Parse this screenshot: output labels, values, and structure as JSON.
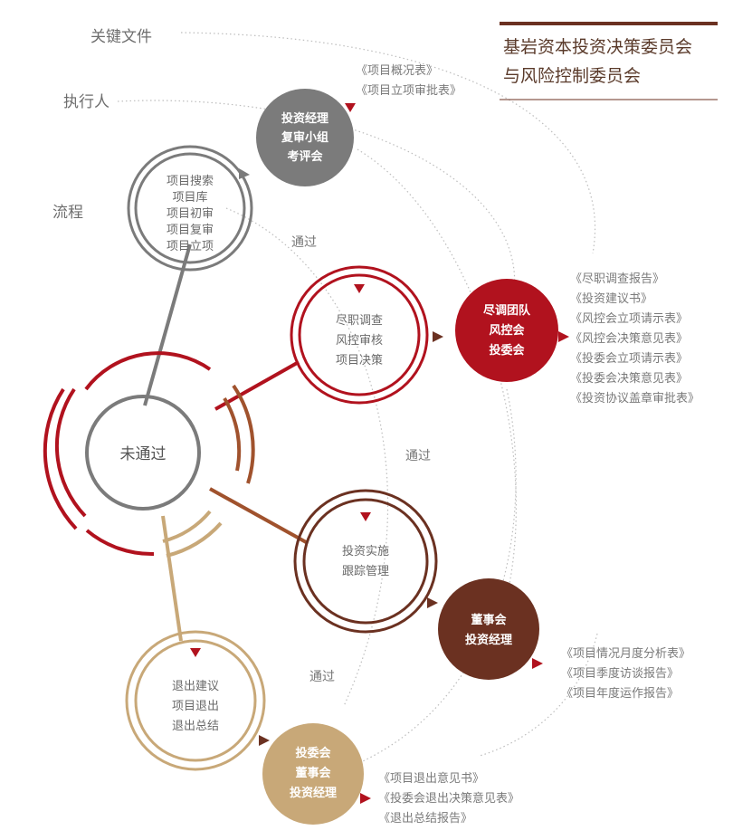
{
  "legend": {
    "key_files": "关键文件",
    "executor": "执行人",
    "process": "流程"
  },
  "title": {
    "line1": "基岩资本投资决策委员会",
    "line2": "与风险控制委员会"
  },
  "center": {
    "label": "未通过"
  },
  "pass_labels": [
    "通过",
    "通过",
    "通过"
  ],
  "stages": {
    "screening": {
      "lines": [
        "项目搜索",
        "项目库",
        "项目初审",
        "项目复审",
        "项目立项"
      ]
    },
    "diligence": {
      "lines": [
        "尽职调查",
        "风控审核",
        "项目决策"
      ]
    },
    "implementation": {
      "lines": [
        "投资实施",
        "跟踪管理"
      ]
    },
    "exit": {
      "lines": [
        "退出建议",
        "项目退出",
        "退出总结"
      ]
    }
  },
  "executors": {
    "review": {
      "lines": [
        "投资经理",
        "复审小组",
        "考评会"
      ]
    },
    "dd_team": {
      "lines": [
        "尽调团队",
        "风控会",
        "投委会"
      ]
    },
    "board": {
      "lines": [
        "董事会",
        "投资经理"
      ]
    },
    "exit_team": {
      "lines": [
        "投委会",
        "董事会",
        "投资经理"
      ]
    }
  },
  "documents": {
    "screening": [
      "《项目概况表》",
      "《项目立项审批表》"
    ],
    "diligence": [
      "《尽职调查报告》",
      "《投资建议书》",
      "《风控会立项请示表》",
      "《风控会决策意见表》",
      "《投委会立项请示表》",
      "《投委会决策意见表》",
      "《投资协议盖章审批表》"
    ],
    "implementation": [
      "《项目情况月度分析表》",
      "《项目季度访谈报告》",
      "《项目年度运作报告》"
    ],
    "exit": [
      "《项目退出意见书》",
      "《投委会退出决策意见表》",
      "《退出总结报告》"
    ]
  },
  "colors": {
    "gray": "#7b7b7b",
    "red": "#b1121e",
    "brown": "#6b3121",
    "tan": "#c8a878",
    "copper": "#a0522d"
  }
}
